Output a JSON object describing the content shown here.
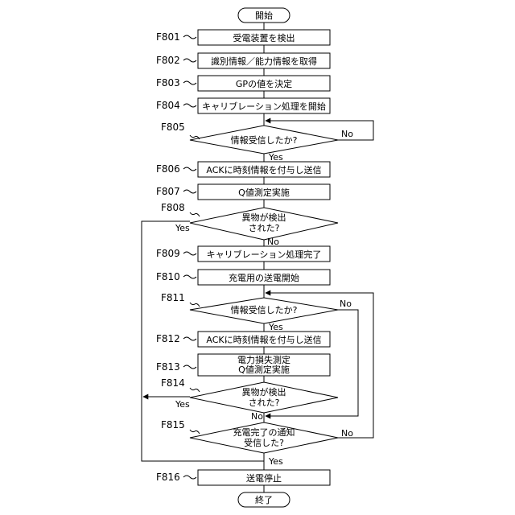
{
  "flowchart": {
    "start": "開始",
    "end": "終了",
    "steps": {
      "f801": "受電装置を検出",
      "f802": "識別情報／能力情報を取得",
      "f803": "GPの値を決定",
      "f804": "キャリブレーション処理を開始",
      "f805": "情報受信したか?",
      "f806": "ACKに時刻情報を付与し送信",
      "f807": "Q値測定実施",
      "f808_line1": "異物が検出",
      "f808_line2": "された?",
      "f809": "キャリブレーション処理完了",
      "f810": "充電用の送電開始",
      "f811": "情報受信したか?",
      "f812": "ACKに時刻情報を付与し送信",
      "f813_line1": "電力損失測定",
      "f813_line2": "Q値測定実施",
      "f814_line1": "異物が検出",
      "f814_line2": "された?",
      "f815_line1": "充電完了の通知",
      "f815_line2": "受信した?",
      "f816": "送電停止"
    },
    "labels": {
      "f801": "F801",
      "f802": "F802",
      "f803": "F803",
      "f804": "F804",
      "f805": "F805",
      "f806": "F806",
      "f807": "F807",
      "f808": "F808",
      "f809": "F809",
      "f810": "F810",
      "f811": "F811",
      "f812": "F812",
      "f813": "F813",
      "f814": "F814",
      "f815": "F815",
      "f816": "F816"
    },
    "branches": {
      "f805_yes": "Yes",
      "f805_no": "No",
      "f808_yes": "Yes",
      "f808_no": "No",
      "f811_yes": "Yes",
      "f811_no": "No",
      "f814_yes": "Yes",
      "f814_no": "No",
      "f815_yes": "Yes",
      "f815_no": "No"
    }
  }
}
